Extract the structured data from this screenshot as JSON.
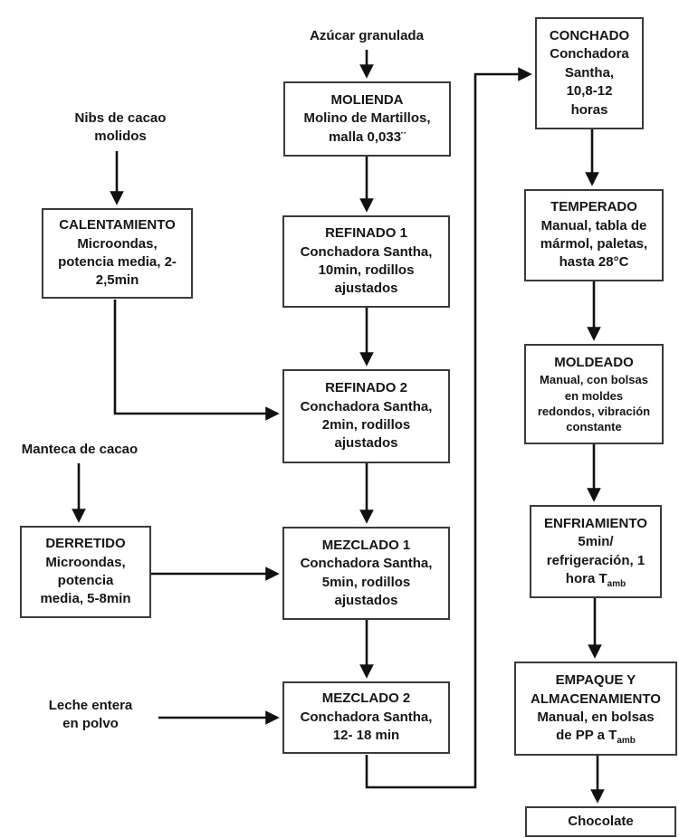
{
  "labels": {
    "azucar": "Azúcar granulada",
    "nibs_line1": "Nibs de cacao",
    "nibs_line2": "molidos",
    "manteca": "Manteca de cacao",
    "leche_line1": "Leche entera",
    "leche_line2": "en polvo"
  },
  "nodes": {
    "molienda": {
      "title": "MOLIENDA",
      "lines": [
        "Molino de Martillos,",
        "malla 0,033¨"
      ]
    },
    "calentamiento": {
      "title": "CALENTAMIENTO",
      "lines": [
        "Microondas,",
        "potencia media, 2-",
        "2,5min"
      ]
    },
    "refinado1": {
      "title": "REFINADO 1",
      "lines": [
        "Conchadora Santha,",
        "10min, rodillos",
        "ajustados"
      ]
    },
    "refinado2": {
      "title": "REFINADO 2",
      "lines": [
        "Conchadora Santha,",
        "2min, rodillos",
        "ajustados"
      ]
    },
    "derretido": {
      "title": "DERRETIDO",
      "lines": [
        "Microondas,",
        "potencia",
        "media, 5-8min"
      ]
    },
    "mezclado1": {
      "title": "MEZCLADO 1",
      "lines": [
        "Conchadora Santha,",
        "5min, rodillos",
        "ajustados"
      ]
    },
    "mezclado2": {
      "title": "MEZCLADO 2",
      "lines": [
        "Conchadora Santha,",
        "12- 18 min"
      ]
    },
    "conchado": {
      "title": "CONCHADO",
      "lines": [
        "Conchadora",
        "Santha,",
        "10,8-12",
        "horas"
      ]
    },
    "temperado": {
      "title": "TEMPERADO",
      "lines": [
        "Manual, tabla de",
        "mármol, paletas,",
        "hasta 28°C"
      ]
    },
    "moldeado": {
      "title": "MOLDEADO",
      "lines": [
        "Manual, con bolsas",
        "en moldes",
        "redondos, vibración",
        "constante"
      ]
    },
    "enfriamiento": {
      "title": "ENFRIAMIENTO",
      "lines": [
        "5min/",
        "refrigeración, 1"
      ],
      "last_main": "hora T",
      "last_sub": "amb"
    },
    "empaque": {
      "title_line1": "EMPAQUE Y",
      "title_line2": "ALMACENAMIENTO",
      "lines": [
        "Manual, en bolsas"
      ],
      "last_main": "de PP a T",
      "last_sub": "amb"
    },
    "chocolate": {
      "title": "Chocolate"
    }
  },
  "colors": {
    "line": "#111111",
    "border": "#3a3a3a",
    "text": "#161616",
    "background": "#ffffff"
  }
}
